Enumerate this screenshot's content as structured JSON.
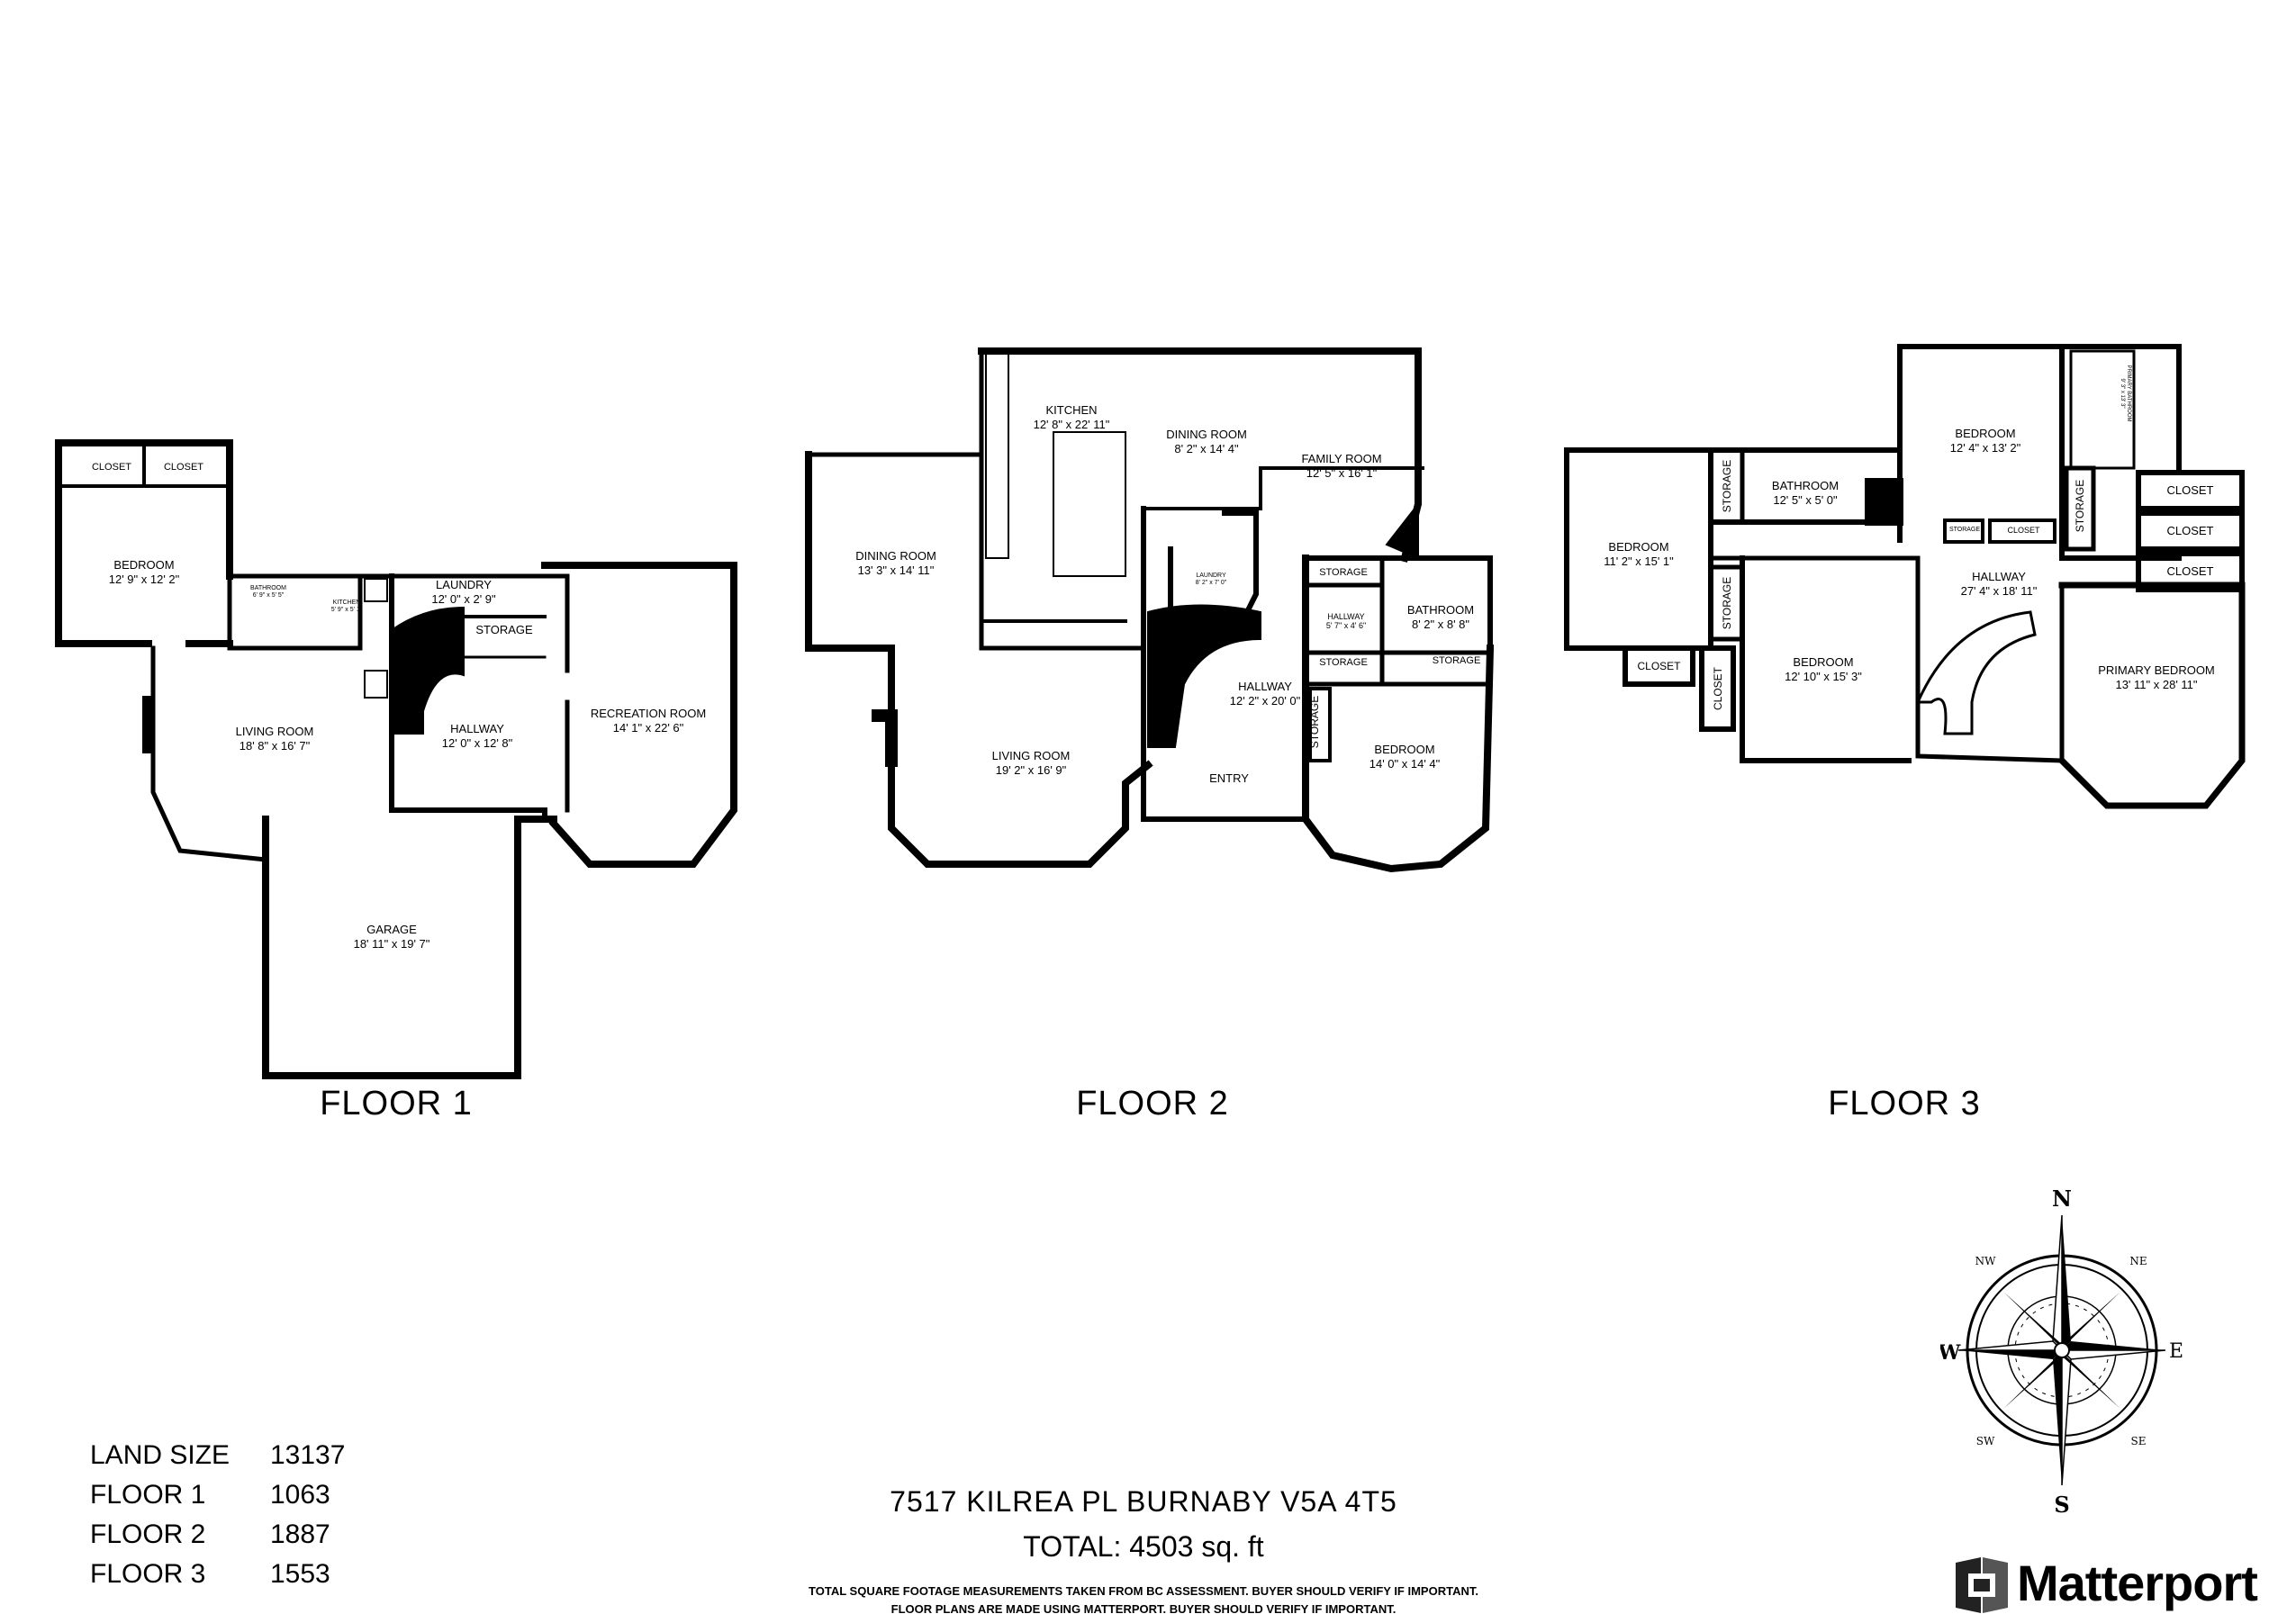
{
  "floors": [
    {
      "title": "FLOOR 1"
    },
    {
      "title": "FLOOR 2"
    },
    {
      "title": "FLOOR 3"
    }
  ],
  "rooms": {
    "f1_bedroom": {
      "name": "BEDROOM",
      "dims": "12' 9\" x 12' 2\""
    },
    "f1_closet_a": "CLOSET",
    "f1_closet_b": "CLOSET",
    "f1_bathroom": {
      "name": "BATHROOM",
      "dims": "6' 9\" x 5' 5\""
    },
    "f1_kitchen": {
      "name": "KITCHEN",
      "dims": "5' 9\" x 5' 1\""
    },
    "f1_laundry": {
      "name": "LAUNDRY",
      "dims": "12' 0\" x 2' 9\""
    },
    "f1_storage": "STORAGE",
    "f1_living": {
      "name": "LIVING ROOM",
      "dims": "18' 8\" x 16' 7\""
    },
    "f1_hallway": {
      "name": "HALLWAY",
      "dims": "12' 0\" x 12' 8\""
    },
    "f1_recreation": {
      "name": "RECREATION ROOM",
      "dims": "14' 1\" x 22' 6\""
    },
    "f1_garage": {
      "name": "GARAGE",
      "dims": "18' 11\" x 19' 7\""
    },
    "f2_kitchen": {
      "name": "KITCHEN",
      "dims": "12' 8\" x 22' 11\""
    },
    "f2_dining_a": {
      "name": "DINING ROOM",
      "dims": "8' 2\" x 14' 4\""
    },
    "f2_family": {
      "name": "FAMILY ROOM",
      "dims": "12' 5\" x 16' 1\""
    },
    "f2_dining_b": {
      "name": "DINING ROOM",
      "dims": "13' 3\" x 14' 11\""
    },
    "f2_laundry": {
      "name": "LAUNDRY",
      "dims": "8' 2\" x 7' 0\""
    },
    "f2_storage_a": "STORAGE",
    "f2_hallway_small": {
      "name": "HALLWAY",
      "dims": "5' 7\" x 4' 6\""
    },
    "f2_bathroom": {
      "name": "BATHROOM",
      "dims": "8' 2\" x 8' 8\""
    },
    "f2_storage_b": "STORAGE",
    "f2_storage_c": "STORAGE",
    "f2_storage_d": "STORAGE",
    "f2_hallway": {
      "name": "HALLWAY",
      "dims": "12' 2\" x 20' 0\""
    },
    "f2_living": {
      "name": "LIVING ROOM",
      "dims": "19' 2\" x 16' 9\""
    },
    "f2_entry": "ENTRY",
    "f2_bedroom": {
      "name": "BEDROOM",
      "dims": "14' 0\" x 14' 4\""
    },
    "f3_bedroom_nw": {
      "name": "BEDROOM",
      "dims": "11' 2\" x 15' 1\""
    },
    "f3_storage_a": "STORAGE",
    "f3_storage_b": "STORAGE",
    "f3_closet_a": "CLOSET",
    "f3_closet_b": "CLOSET",
    "f3_bathroom": {
      "name": "BATHROOM",
      "dims": "12' 5\" x 5' 0\""
    },
    "f3_bedroom_n": {
      "name": "BEDROOM",
      "dims": "12' 4\" x 13' 2\""
    },
    "f3_primary_bath": {
      "name": "PRIMARY BATHROOM",
      "dims": "9' 3\" x 13' 3\""
    },
    "f3_storage_c": "STORAGE",
    "f3_storage_d": "STORAGE",
    "f3_closet_c": "CLOSET",
    "f3_closet_d": "CLOSET",
    "f3_closet_e": "CLOSET",
    "f3_closet_f": "CLOSET",
    "f3_hallway": {
      "name": "HALLWAY",
      "dims": "27' 4\" x 18' 11\""
    },
    "f3_bedroom_c": {
      "name": "BEDROOM",
      "dims": "12' 10\" x 15' 3\""
    },
    "f3_primary_bedroom": {
      "name": "PRIMARY BEDROOM",
      "dims": "13' 11\" x 28' 11\""
    }
  },
  "stats": [
    {
      "label": "LAND SIZE",
      "value": "13137"
    },
    {
      "label": "FLOOR 1",
      "value": "1063"
    },
    {
      "label": "FLOOR 2",
      "value": "1887"
    },
    {
      "label": "FLOOR 3",
      "value": "1553"
    }
  ],
  "address": "7517 KILREA PL BURNABY V5A 4T5",
  "total": "TOTAL: 4503 sq. ft",
  "disclaimer": [
    "TOTAL SQUARE FOOTAGE MEASUREMENTS TAKEN FROM BC ASSESSMENT. BUYER SHOULD VERIFY IF IMPORTANT.",
    "FLOOR PLANS ARE MADE USING MATTERPORT. BUYER SHOULD VERIFY IF IMPORTANT."
  ],
  "compass": {
    "n": "N",
    "s": "S",
    "e": "E",
    "w": "W",
    "ne": "NE",
    "nw": "NW",
    "se": "SE",
    "sw": "SW"
  },
  "brand": {
    "name": "Matterport",
    "logo_icon": "matterport-logo-icon"
  }
}
